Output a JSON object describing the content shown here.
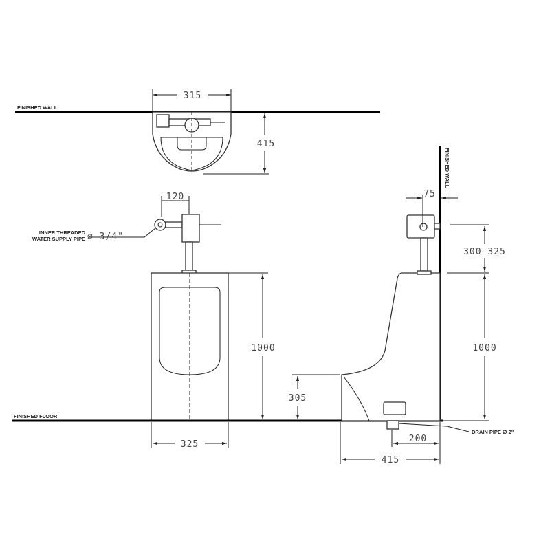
{
  "labels": {
    "finished_wall": "FINISHED WALL",
    "finished_floor": "FINISHED FLOOR",
    "finished_wall_side": "FINISHED WALL",
    "supply_pipe_line1": "INNER THREADED",
    "supply_pipe_line2": "WATER SUPPLY PIPE",
    "supply_pipe_size": "∅ 3/4\"",
    "drain_pipe": "DRAIN PIPE ∅ 2\""
  },
  "dimensions": {
    "top_width": "315",
    "top_depth": "415",
    "valve_offset": "120",
    "front_height": "1000",
    "front_width": "325",
    "wall_offset": "75",
    "valve_height": "300-325",
    "side_height": "1000",
    "lip_height": "305",
    "drain_offset": "200",
    "side_depth": "415"
  }
}
